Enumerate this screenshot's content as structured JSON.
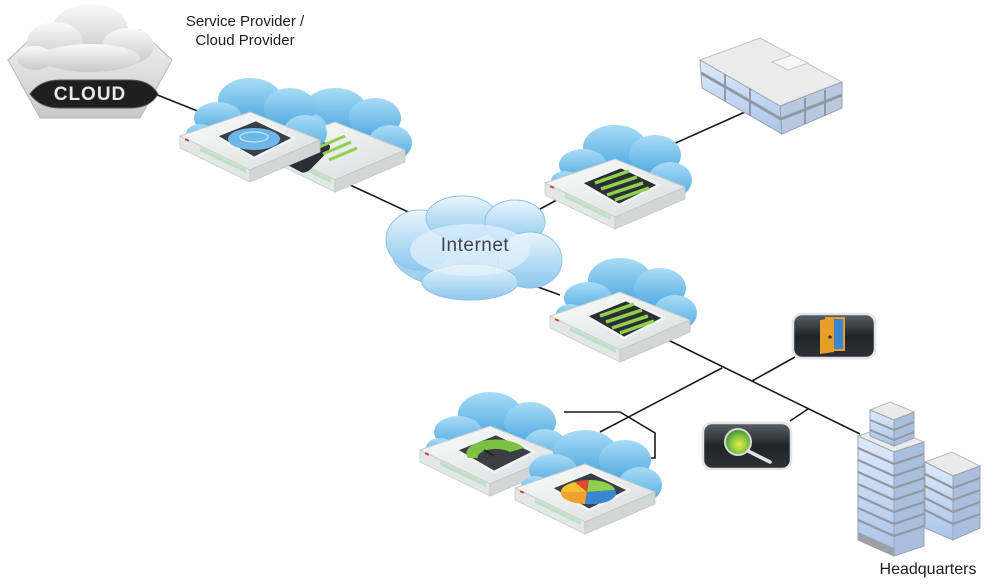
{
  "diagram": {
    "type": "network-topology",
    "labels": {
      "service_provider": [
        "Service Provider /",
        "Cloud Provider"
      ],
      "cloud_badge": "CLOUD",
      "internet": "Internet",
      "headquarters": "Headquarters"
    },
    "nodes": [
      {
        "id": "cloud-provider",
        "kind": "cloud-service-icon",
        "label": "CLOUD"
      },
      {
        "id": "provider-appliance-1",
        "kind": "cloud-appliance",
        "screen": "cloud-swirl"
      },
      {
        "id": "provider-appliance-2",
        "kind": "cloud-appliance",
        "screen": "green-bars"
      },
      {
        "id": "internet",
        "kind": "internet-cloud",
        "label": "Internet"
      },
      {
        "id": "branch-appliance",
        "kind": "cloud-appliance",
        "screen": "green-bars"
      },
      {
        "id": "branch-office",
        "kind": "building"
      },
      {
        "id": "hq-appliance",
        "kind": "cloud-appliance",
        "screen": "green-bars"
      },
      {
        "id": "analytics-appliance-1",
        "kind": "cloud-appliance",
        "screen": "gauge"
      },
      {
        "id": "analytics-appliance-2",
        "kind": "cloud-appliance",
        "screen": "pie-chart"
      },
      {
        "id": "access-icon",
        "kind": "app-tile",
        "icon": "door"
      },
      {
        "id": "search-icon",
        "kind": "app-tile",
        "icon": "magnifier"
      },
      {
        "id": "headquarters",
        "kind": "office-towers",
        "label": "Headquarters"
      }
    ],
    "edges": [
      [
        "cloud-provider",
        "provider-appliance-1"
      ],
      [
        "provider-appliance-2",
        "internet"
      ],
      [
        "internet",
        "branch-appliance"
      ],
      [
        "branch-appliance",
        "branch-office"
      ],
      [
        "internet",
        "hq-appliance"
      ],
      [
        "hq-appliance",
        "headquarters"
      ],
      [
        "hq-appliance",
        "analytics-appliance-1"
      ],
      [
        "hq-appliance",
        "analytics-appliance-2"
      ],
      [
        "hq-appliance",
        "access-icon"
      ],
      [
        "hq-appliance",
        "search-icon"
      ]
    ],
    "colors": {
      "cloud_blue": "#7cc3ec",
      "cloud_light": "#bfe3f7",
      "appliance_body": "#e9ecec",
      "appliance_trim": "#cfe6d7",
      "screen_dark": "#2b2f33",
      "bar_green": "#8fd14f",
      "line": "#1a1a1a",
      "building_glass": "#c5daf3",
      "building_frame": "#b9bec4",
      "tile_dark": "#1f2428",
      "door_orange": "#e6a02a",
      "lens_green": "#7cc142",
      "text": "#1d1d1d"
    }
  }
}
